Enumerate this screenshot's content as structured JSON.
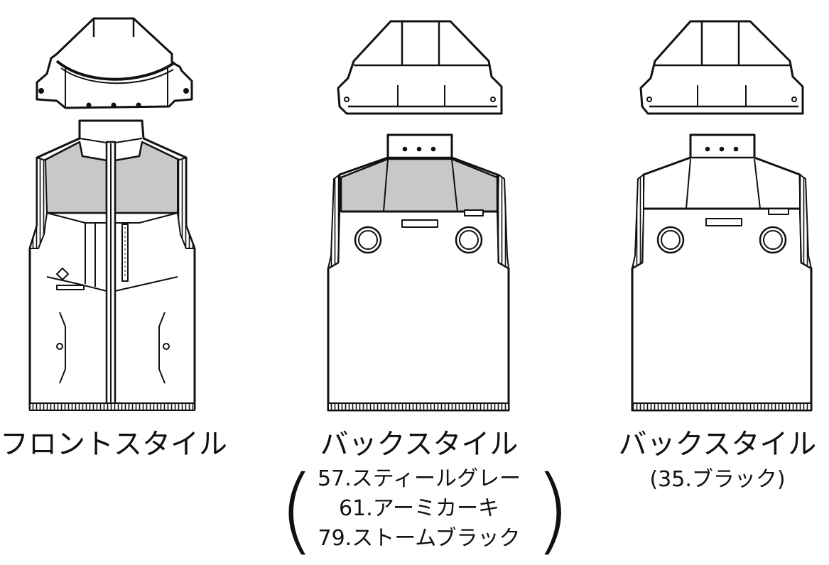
{
  "colors": {
    "line": "#111111",
    "panel_gray": "#c8c8c8",
    "fill": "#ffffff"
  },
  "views": [
    {
      "title": "フロントスタイル",
      "colors_note": []
    },
    {
      "title": "バックスタイル",
      "colors_note": [
        "57.スティールグレー",
        "61.アーミカーキ",
        "79.ストームブラック"
      ],
      "paren_left": "(",
      "paren_right": ")"
    },
    {
      "title": "バックスタイル",
      "colors_note": [
        "(35.ブラック)"
      ]
    }
  ]
}
